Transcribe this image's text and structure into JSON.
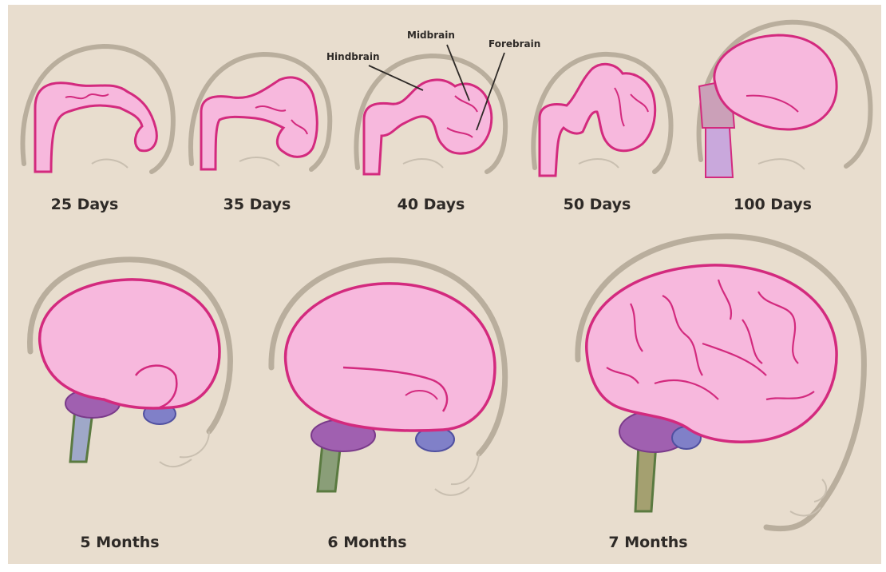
{
  "colors": {
    "background": "#e8ddce",
    "brain_fill": "#f7b8dd",
    "brain_outline": "#d32a7e",
    "head_outline": "#b9ae9d",
    "face_line": "#c9bfb0",
    "cerebellum": "#a060b0",
    "brainstem": "#8080c8",
    "spinal_cord": "#7a9a58",
    "label_text": "#2e2a27"
  },
  "stages": [
    {
      "id": "d25",
      "label": "25 Days"
    },
    {
      "id": "d35",
      "label": "35 Days"
    },
    {
      "id": "d40",
      "label": "40 Days"
    },
    {
      "id": "d50",
      "label": "50 Days"
    },
    {
      "id": "d100",
      "label": "100 Days"
    },
    {
      "id": "m5",
      "label": "5 Months"
    },
    {
      "id": "m6",
      "label": "6 Months"
    },
    {
      "id": "m7",
      "label": "7 Months"
    }
  ],
  "parts": {
    "hindbrain": "Hindbrain",
    "midbrain": "Midbrain",
    "forebrain": "Forebrain"
  }
}
